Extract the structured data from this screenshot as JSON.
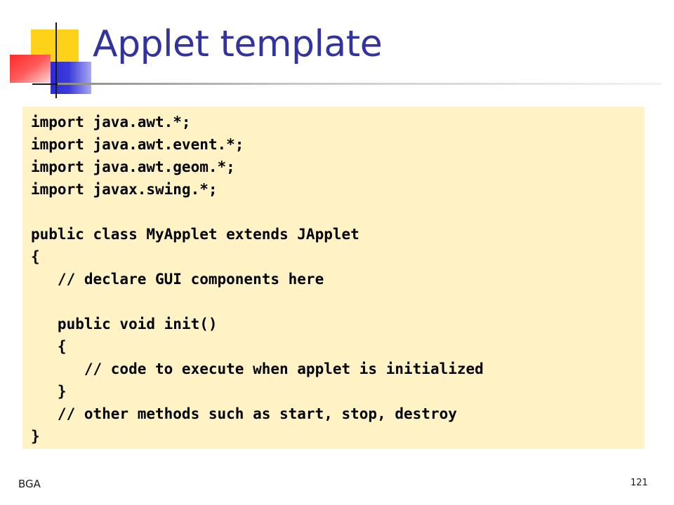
{
  "slide": {
    "title": "Applet template",
    "footer_left": "BGA",
    "page_number": "121"
  },
  "code": {
    "lines": [
      "import java.awt.*;",
      "import java.awt.event.*;",
      "import java.awt.geom.*;",
      "import javax.swing.*;",
      "",
      "public class MyApplet extends JApplet",
      "{",
      "   // declare GUI components here",
      "",
      "   public void init()",
      "   {",
      "      // code to execute when applet is initialized",
      "   }",
      "   // other methods such as start, stop, destroy",
      "}"
    ],
    "background_color": "#fff2c4"
  },
  "colors": {
    "title": "#33339f",
    "logo_yellow": "#ffd21a",
    "logo_blue": "#2b2bd8",
    "logo_red": "#ff2a2a"
  }
}
